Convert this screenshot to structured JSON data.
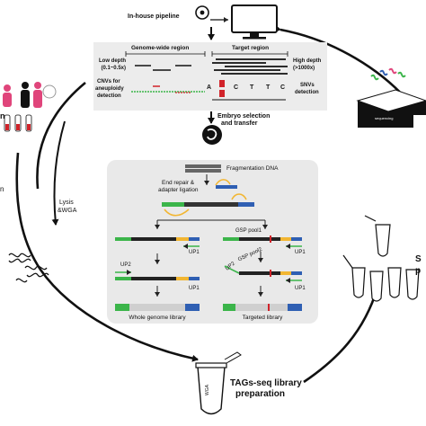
{
  "pipeline": {
    "label": "In-house pipeline"
  },
  "regions": {
    "genome_wide": "Genome-wide region",
    "target": "Target region",
    "low_depth": "Low depth",
    "low_depth_range": "(0.1~0.5x)",
    "high_depth": "High depth",
    "high_depth_range": "(>1000x)",
    "cnv_line1": "CNVs for",
    "cnv_line2": "aneuploidy",
    "cnv_line3": "detection",
    "snv_line1": "SNVs",
    "snv_line2": "detection",
    "bases": [
      "A",
      "C",
      "T",
      "T",
      "C"
    ]
  },
  "embryo": {
    "line1": "Embryo selection",
    "line2": "and transfer"
  },
  "workflow": {
    "fragmentation": "Fragmentation DNA",
    "end_repair_1": "End repair &",
    "end_repair_2": "adapter ligation",
    "gsp_pool1": "GSP pool1",
    "gsp_pool2": "GSP pool2",
    "up1": "UP1",
    "up2": "UP2",
    "whole_genome": "Whole genome library",
    "targeted": "Targeted library"
  },
  "left": {
    "lysis_line1": "Lysis",
    "lysis_line2": "&WGA",
    "partial_n1": "n",
    "partial_n2": "n"
  },
  "tube": {
    "label": "WGA"
  },
  "prep": {
    "line1": "TAGs-seq library",
    "line2": "preparation"
  },
  "right": {
    "seq_partial": "se",
    "s_partial": "S",
    "p_partial": "p",
    "chip_label": "sequencing"
  },
  "colors": {
    "green": "#3bb54a",
    "yellow": "#f2b632",
    "blue": "#2f5fb3",
    "red": "#d1232a",
    "pink": "#e0457b",
    "panel": "#e9e9e9",
    "dark": "#1a1a1a"
  }
}
